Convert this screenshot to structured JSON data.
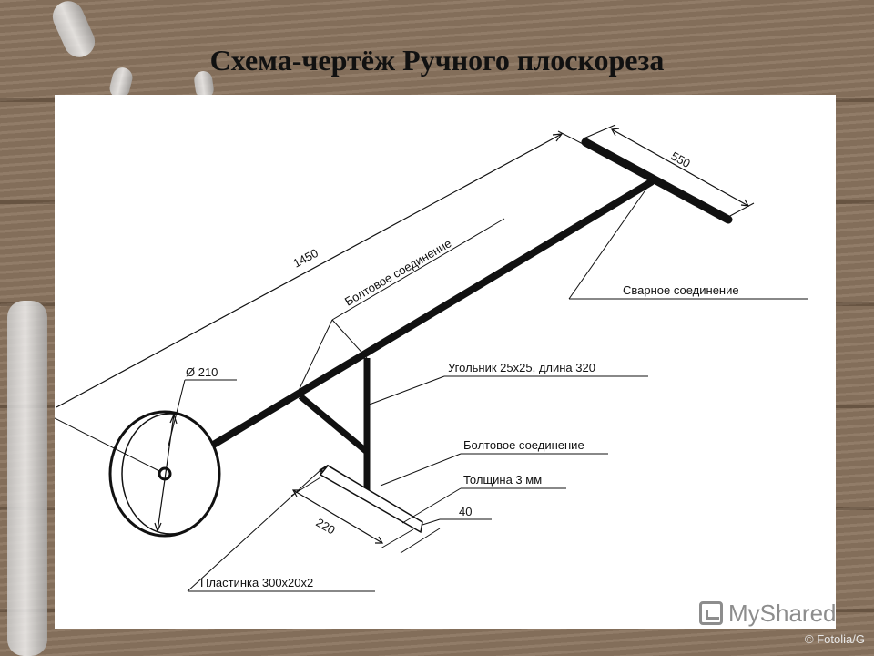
{
  "title": "Схема-чертёж  Ручного плоскореза",
  "dimensions": {
    "length": "1450",
    "handle": "550",
    "diameter": "Ø 210",
    "plate_length": "220",
    "plate_width": "40"
  },
  "labels": {
    "bolt_top": "Болтовое соединение",
    "weld": "Сварное соединение",
    "angle": "Угольник 25х25, длина 320",
    "bolt_bottom": "Болтовое соединение",
    "thickness": "Толщина 3 мм",
    "plate": "Пластинка  300х20х2"
  },
  "watermark": {
    "brand": "MyShared",
    "credit": "© Fotolia/G"
  },
  "colors": {
    "ink": "#111111",
    "panel": "#ffffff",
    "wood": "#8b7560"
  }
}
